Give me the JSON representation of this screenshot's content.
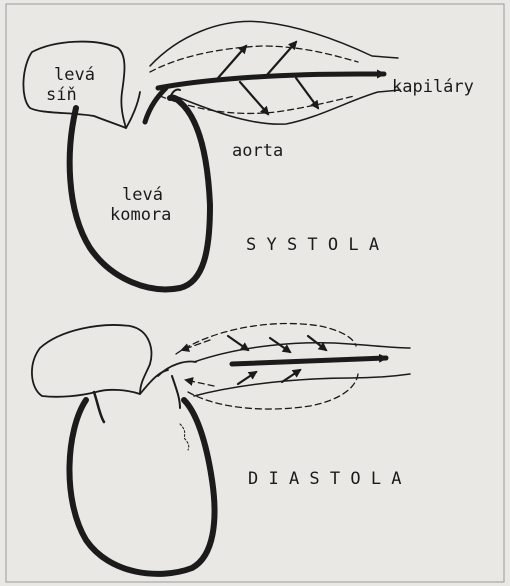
{
  "systole": {
    "left_atrium": [
      "levá",
      "síň"
    ],
    "left_ventricle": [
      "levá",
      "komora"
    ],
    "aorta": "aorta",
    "capillaries": "kapiláry",
    "phase": "S Y S T O L A"
  },
  "diastole": {
    "phase": "D I A S T O L A"
  },
  "colors": {
    "ink": "#1b1b1b",
    "paper": "#e9e8e4",
    "border": "#9a9a9a"
  }
}
